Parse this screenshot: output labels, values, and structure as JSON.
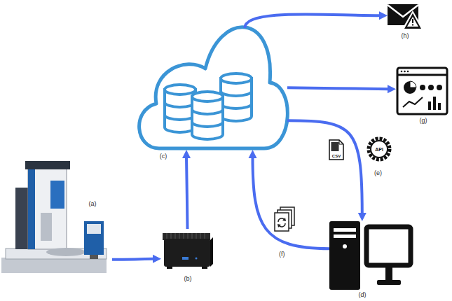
{
  "diagram": {
    "nodes": [
      {
        "text": [
          "(h)"
        ]
      },
      {
        "text": [
          "(c)"
        ]
      },
      {
        "text": [
          "(g)"
        ]
      },
      {
        "text": [
          "(a)"
        ]
      },
      {
        "text": [
          "(b)"
        ]
      },
      {
        "text": [
          "(d)"
        ]
      }
    ],
    "edges": [
      {
        "from": 3,
        "to": 4,
        "arrow": "to"
      },
      {
        "from": 4,
        "to": 1,
        "arrow": "to"
      },
      {
        "from": 1,
        "to": 0,
        "arrow": "to"
      },
      {
        "from": 1,
        "to": 2,
        "arrow": "to"
      },
      {
        "from": 1,
        "to": 5,
        "label": "(e)",
        "arrow": "to"
      },
      {
        "from": 5,
        "to": 1,
        "label": "(f)",
        "arrow": "to"
      }
    ],
    "labels": [
      "CSV",
      "API"
    ]
  }
}
